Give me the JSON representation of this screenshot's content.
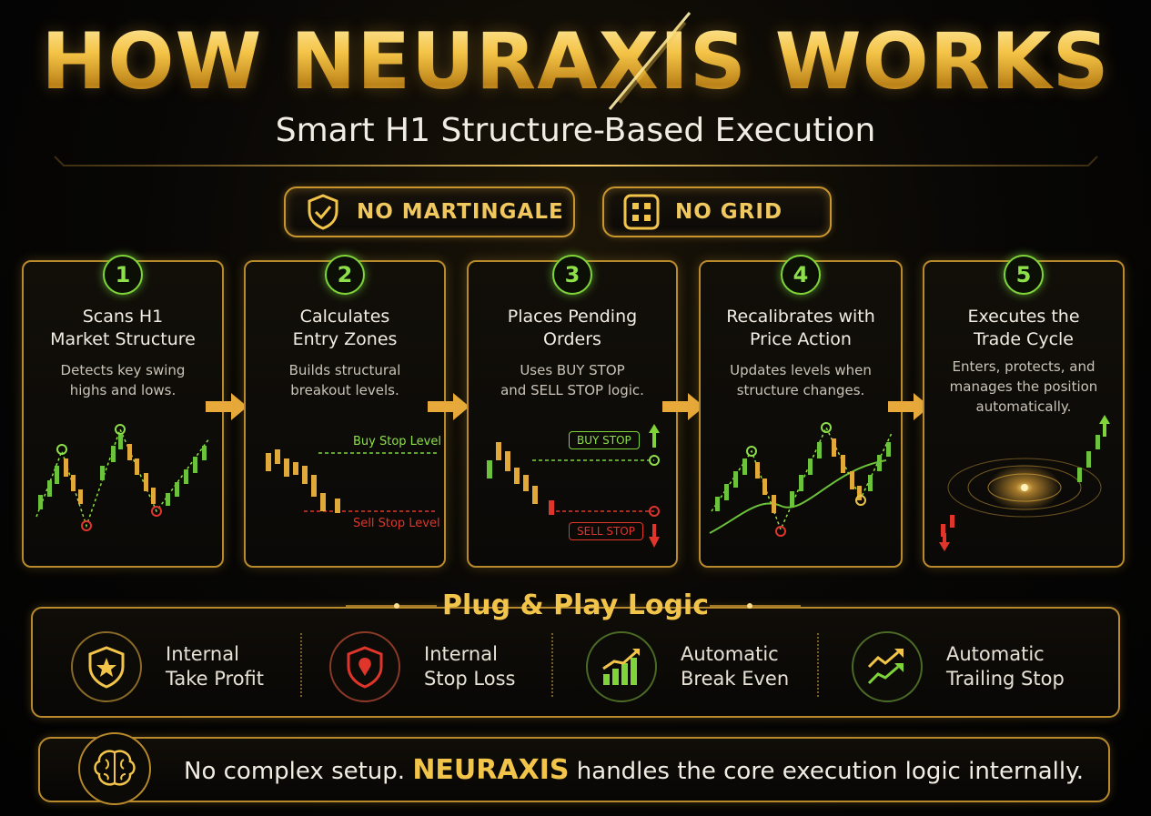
{
  "header": {
    "title": "HOW NEURAXIS WORKS",
    "subtitle": "Smart H1 Structure-Based Execution"
  },
  "badges": [
    {
      "label": "NO MARTINGALE",
      "icon": "shield-check-icon"
    },
    {
      "label": "NO GRID",
      "icon": "grid-icon"
    }
  ],
  "steps": [
    {
      "number": "1",
      "title_line1": "Scans H1",
      "title_line2": "Market Structure",
      "desc_line1": "Detects key swing",
      "desc_line2": "highs and lows.",
      "desc_line3": ""
    },
    {
      "number": "2",
      "title_line1": "Calculates",
      "title_line2": "Entry Zones",
      "desc_line1": "Builds structural",
      "desc_line2": "breakout levels.",
      "desc_line3": "",
      "buy_label": "Buy Stop Level",
      "sell_label": "Sell Stop Level"
    },
    {
      "number": "3",
      "title_line1": "Places Pending",
      "title_line2": "Orders",
      "desc_line1": "Uses BUY STOP",
      "desc_line2": "and SELL STOP logic.",
      "desc_line3": "",
      "buy_label": "BUY STOP",
      "sell_label": "SELL STOP"
    },
    {
      "number": "4",
      "title_line1": "Recalibrates with",
      "title_line2": "Price Action",
      "desc_line1": "Updates levels when",
      "desc_line2": "structure changes.",
      "desc_line3": ""
    },
    {
      "number": "5",
      "title_line1": "Executes the",
      "title_line2": "Trade Cycle",
      "desc_line1": "Enters, protects, and",
      "desc_line2": "manages the position",
      "desc_line3": "automatically."
    }
  ],
  "plug": {
    "title": "Plug & Play Logic",
    "features": [
      {
        "line1": "Internal",
        "line2": "Take Profit",
        "icon": "star-shield-icon"
      },
      {
        "line1": "Internal",
        "line2": "Stop Loss",
        "icon": "stop-shield-icon"
      },
      {
        "line1": "Automatic",
        "line2": "Break Even",
        "icon": "bar-growth-icon"
      },
      {
        "line1": "Automatic",
        "line2": "Trailing Stop",
        "icon": "trend-arrows-icon"
      }
    ]
  },
  "footer": {
    "text_before": "No complex setup. ",
    "brand": "NEURAXIS",
    "text_after": " handles the core execution logic internally."
  },
  "colors": {
    "gold": "#f2c54a",
    "green": "#7fd43a",
    "red": "#e0352b"
  }
}
